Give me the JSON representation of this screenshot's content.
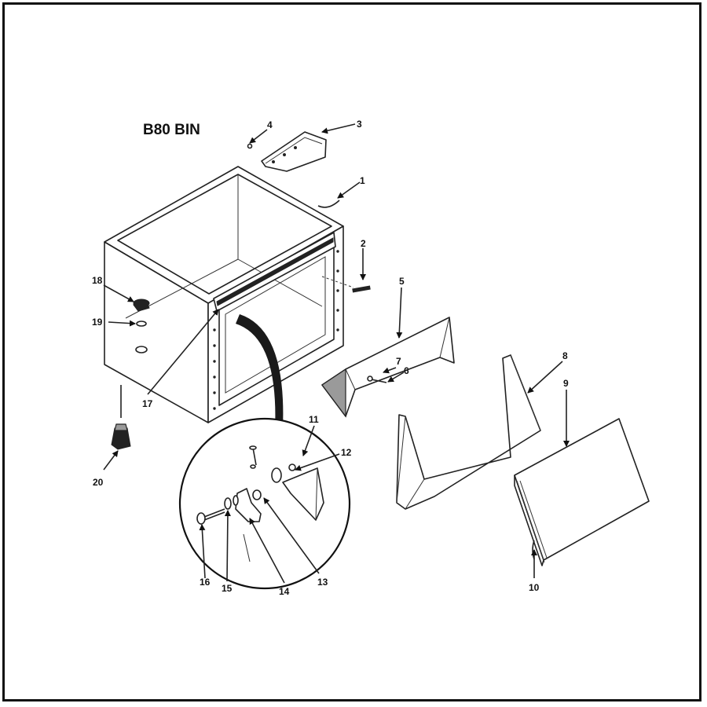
{
  "diagram": {
    "title": "B80 BIN",
    "callouts": [
      {
        "id": "c1",
        "label": "1"
      },
      {
        "id": "c2",
        "label": "2"
      },
      {
        "id": "c3",
        "label": "3"
      },
      {
        "id": "c4",
        "label": "4"
      },
      {
        "id": "c5",
        "label": "5"
      },
      {
        "id": "c6",
        "label": "6"
      },
      {
        "id": "c7",
        "label": "7"
      },
      {
        "id": "c8",
        "label": "8"
      },
      {
        "id": "c9",
        "label": "9"
      },
      {
        "id": "c10",
        "label": "10"
      },
      {
        "id": "c11",
        "label": "11"
      },
      {
        "id": "c12",
        "label": "12"
      },
      {
        "id": "c13",
        "label": "13"
      },
      {
        "id": "c14",
        "label": "14"
      },
      {
        "id": "c15",
        "label": "15"
      },
      {
        "id": "c16",
        "label": "16"
      },
      {
        "id": "c17",
        "label": "17"
      },
      {
        "id": "c18",
        "label": "18"
      },
      {
        "id": "c19",
        "label": "19"
      },
      {
        "id": "c20",
        "label": "20"
      }
    ]
  }
}
